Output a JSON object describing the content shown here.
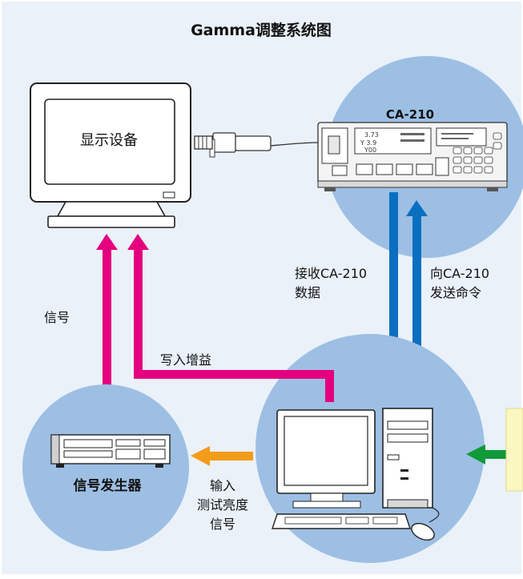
{
  "title": "Gamma调整系统图",
  "labels": {
    "display_device": "显示设备",
    "ca210": "CA-210",
    "receive_line1": "接收CA-210",
    "receive_line2": "数据",
    "send_line1": "向CA-210",
    "send_line2": "发送命令",
    "signal": "信号",
    "write_gain": "写入增益",
    "signal_generator": "信号发生器",
    "input_line1": "输入",
    "input_line2": "测试亮度",
    "input_line3": "信号"
  },
  "instrument_readout": {
    "row1": "3.73",
    "row2": "Y 3.9",
    "row3": "Y00"
  },
  "colors": {
    "background": "#eaf1f9",
    "circle": "#9dbfe4",
    "magenta": "#e4007f",
    "blue": "#0b6fc0",
    "orange": "#f39c1a",
    "green": "#109a3a",
    "note": "#fbf7c0"
  }
}
